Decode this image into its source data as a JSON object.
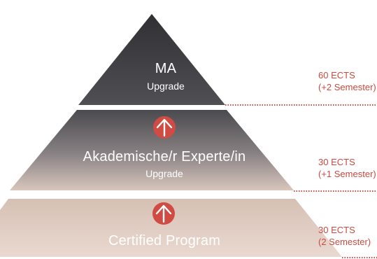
{
  "diagram": {
    "colors": {
      "top_dark": "#3d3d40",
      "mid_dark": "#59585b",
      "mid_light": "#c9b8ae",
      "base": "#ddc6ba",
      "base_light": "#e9d8cf",
      "accent": "#cf4b43",
      "dots": "#cf4b43"
    },
    "tiers": [
      {
        "title": "MA",
        "subtitle": "Upgrade",
        "ects": "60 ECTS",
        "semester": "(+2 Semester)",
        "arrow": false
      },
      {
        "title": "Akademische/r Experte/in",
        "subtitle": "Upgrade",
        "ects": "30 ECTS",
        "semester": "(+1 Semester)",
        "arrow": true,
        "arrow_icon": "up-arrow-icon"
      },
      {
        "title": "Certified Program",
        "subtitle": "",
        "ects": "30 ECTS",
        "semester": "(2 Semester)",
        "arrow": true,
        "arrow_icon": "up-arrow-icon"
      }
    ]
  }
}
